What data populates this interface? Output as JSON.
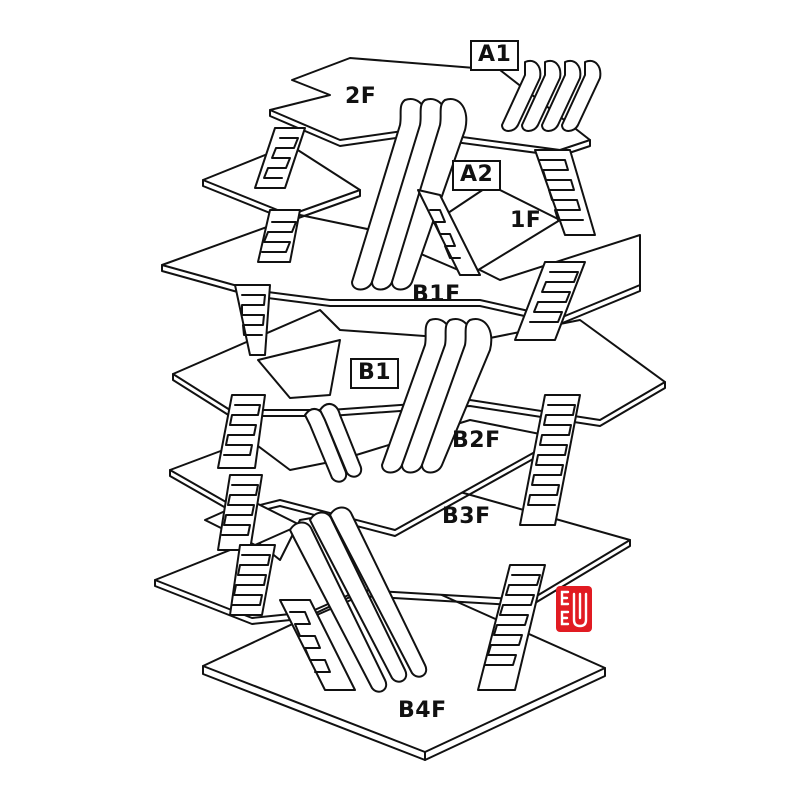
{
  "labels": {
    "f2": "2F",
    "a1": "A1",
    "a2": "A2",
    "f1": "1F",
    "b1f": "B1F",
    "b1": "B1",
    "b2f": "B2F",
    "b3f": "B3F",
    "b4f": "B4F"
  },
  "seal": {
    "text": "EEW",
    "color": "#e11b22"
  },
  "colors": {
    "ink": "#111111",
    "paper": "#ffffff"
  }
}
